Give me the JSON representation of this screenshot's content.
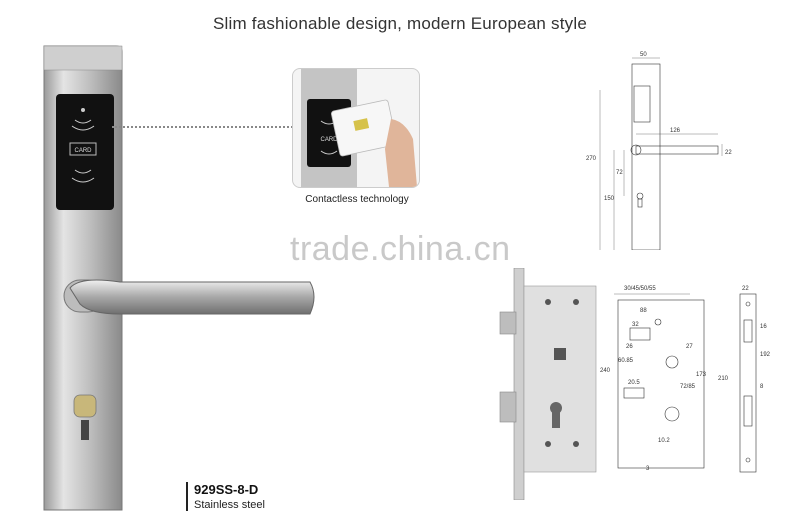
{
  "headline": "Slim fashionable design, modern European style",
  "contactless_caption": "Contactless technology",
  "watermark": "trade.china.cn",
  "product": {
    "model": "929SS-8-D",
    "material": "Stainless steel"
  },
  "lock_panel": {
    "reader_label": "CARD"
  },
  "inset": {
    "reader_label": "CARD"
  },
  "front_drawing_dims": {
    "width": "50",
    "lever": "126",
    "lever_thick": "22",
    "height": "270",
    "cyl": "150",
    "center": "72"
  },
  "mortise_dims": {
    "backset": "30/45/50/55",
    "d1": "32",
    "d2": "26",
    "d3": "88",
    "d4": "60.85",
    "d5": "27",
    "d6": "173",
    "d7": "72/85",
    "d8": "240",
    "d9": "20.5",
    "d10": "10.2",
    "d11": "3",
    "face_width": "22",
    "face_d1": "210",
    "face_d2": "192",
    "face_d3": "16",
    "face_d4": "8"
  },
  "colors": {
    "steel_light": "#d9d9d9",
    "steel_dark": "#8a8a8a",
    "reader_black": "#111111"
  }
}
